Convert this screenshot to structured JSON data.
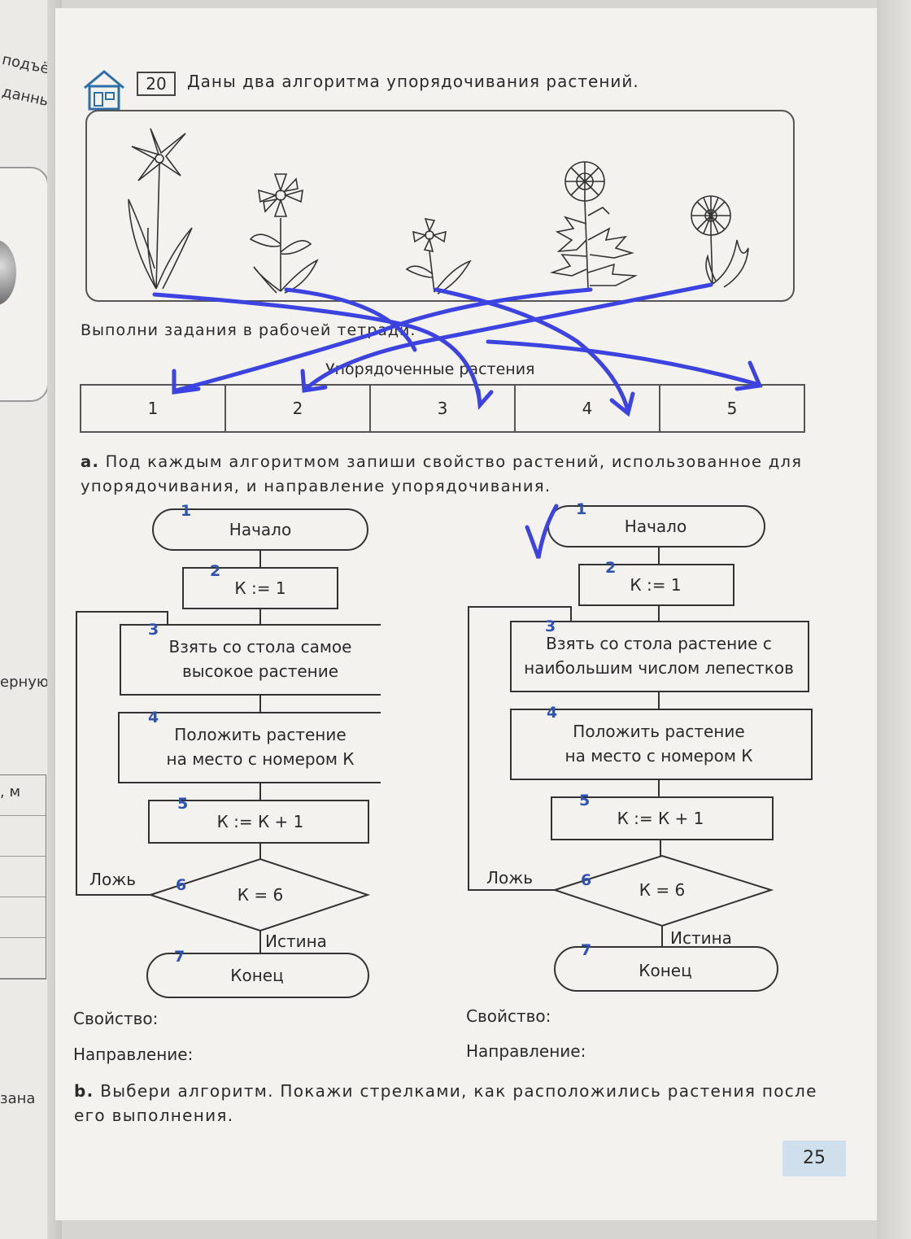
{
  "left_page": {
    "snippets": [
      "подъём",
      "данным",
      "ерную",
      ", м",
      "зана"
    ]
  },
  "task": {
    "number": "20",
    "title": "Даны два алгоритма упорядочивания растений."
  },
  "instruction": "Выполни задания в рабочей тетради.",
  "order_table": {
    "caption": "Упорядоченные растения",
    "cells": [
      "1",
      "2",
      "3",
      "4",
      "5"
    ]
  },
  "part_a": {
    "letter": "a.",
    "text": "Под каждым алгоритмом запиши свойство растений, использованное для упорядочивания, и направление упорядочивания."
  },
  "flowchart_left": {
    "blocks": [
      {
        "num": "1",
        "text": "Начало"
      },
      {
        "num": "2",
        "text": "К := 1"
      },
      {
        "num": "3",
        "line1": "Взять со стола самое",
        "line2": "высокое растение"
      },
      {
        "num": "4",
        "line1": "Положить растение",
        "line2": "на место с номером К"
      },
      {
        "num": "5",
        "text": "К := К + 1"
      },
      {
        "num": "6",
        "text": "К = 6"
      },
      {
        "num": "7",
        "text": "Конец"
      }
    ],
    "false_label": "Ложь",
    "true_label": "Истина"
  },
  "flowchart_right": {
    "blocks": [
      {
        "num": "1",
        "text": "Начало"
      },
      {
        "num": "2",
        "text": "К := 1"
      },
      {
        "num": "3",
        "line1": "Взять со стола растение с",
        "line2": "наибольшим числом лепестков"
      },
      {
        "num": "4",
        "line1": "Положить растение",
        "line2": "на место с номером К"
      },
      {
        "num": "5",
        "text": "К := К + 1"
      },
      {
        "num": "6",
        "text": "К = 6"
      },
      {
        "num": "7",
        "text": "Конец"
      }
    ],
    "false_label": "Ложь",
    "true_label": "Истина"
  },
  "answers_left": {
    "property": "Свойство:",
    "direction": "Направление:"
  },
  "answers_right": {
    "property": "Свойство:",
    "direction": "Направление:"
  },
  "part_b": {
    "letter": "b.",
    "text": "Выбери алгоритм. Покажи стрелками, как расположились растения после его выполнения."
  },
  "page_number": "25",
  "colors": {
    "handwriting": "#3d43e0",
    "numbers": "#2f52b5",
    "page_badge": "#cfe0ec"
  }
}
